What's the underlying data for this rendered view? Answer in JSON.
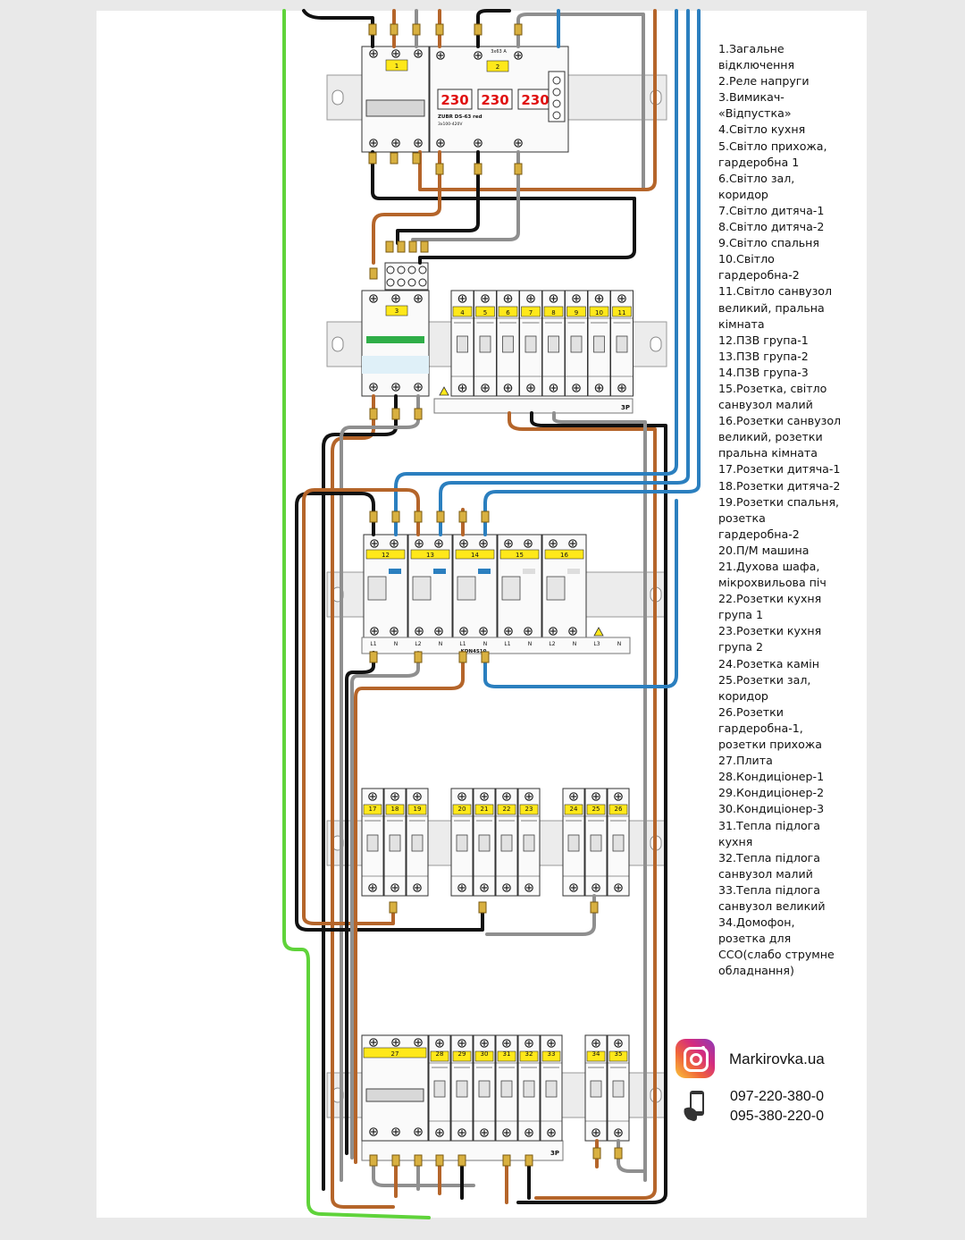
{
  "legend": [
    "1.Загальне",
    "відключення",
    "2.Реле напруги",
    "3.Вимикач-",
    "«Відпустка»",
    "4.Світло кухня",
    "5.Світло прихожа,",
    "гардеробна 1",
    "6.Світло зал,",
    "коридор",
    "7.Світло дитяча-1",
    "8.Світло дитяча-2",
    "9.Світло спальня",
    "10.Світло",
    "гардеробна-2",
    "11.Світло санвузол",
    "великий, пральна",
    "кімната",
    "12.ПЗВ група-1",
    "13.ПЗВ група-2",
    "14.ПЗВ група-3",
    "15.Розетка, світло",
    "санвузол малий",
    "16.Розетки санвузол",
    "великий, розетки",
    "пральна кімната",
    "17.Розетки дитяча-1",
    "18.Розетки дитяча-2",
    "19.Розетки спальня,",
    "розетка",
    "гардеробна-2",
    "20.П/М машина",
    "21.Духова шафа,",
    "мікрохвильова піч",
    "22.Розетки кухня",
    "група 1",
    "23.Розетки кухня",
    "група 2",
    "24.Розетка камін",
    "25.Розетки зал,",
    "коридор",
    "26.Розетки",
    "гардеробна-1,",
    "розетки прихожа",
    "27.Плита",
    "28.Кондиціонер-1",
    "29.Кондиціонер-2",
    "30.Кондиціонер-3",
    "31.Тепла підлога",
    "кухня",
    "32.Тепла підлога",
    "санвузол малий",
    "33.Тепла підлога",
    "санвузол великий",
    "34.Домофон,",
    "розетка для",
    "ССО(слабо струмне",
    "обладнання)"
  ],
  "contacts": {
    "brand": "Markirovka.ua",
    "phone_1": "097-220-380-0",
    "phone_2": "095-380-220-0",
    "brand_icon": "instagram-icon",
    "phone_icon": "phone-icon"
  },
  "relay": {
    "model": "ZUBR DS-63 red",
    "rating": "3x63 A",
    "range": "3x100-420V",
    "readings": [
      "230",
      "230",
      "230"
    ]
  },
  "din_labels": {
    "rail3_right": "3P",
    "rail4_bus": "KDN4S10",
    "rail6_right": "3P"
  },
  "rcbo_terminals": [
    "L1",
    "N",
    "L2",
    "N",
    "L1",
    "N",
    "L1",
    "N",
    "L2",
    "N",
    "L3",
    "N"
  ],
  "rows": [
    {
      "groups": [
        {
          "labels": [
            "1"
          ]
        }
      ]
    },
    {
      "groups": [
        {
          "labels": [
            "3"
          ]
        },
        {
          "labels": [
            "4",
            "5",
            "6",
            "7",
            "8",
            "9",
            "10",
            "11"
          ]
        }
      ]
    },
    {
      "groups": [
        {
          "labels": [
            "12",
            "13",
            "14",
            "15",
            "16"
          ]
        }
      ]
    },
    {
      "groups": [
        {
          "labels": [
            "17",
            "18",
            "19"
          ]
        },
        {
          "labels": [
            "20",
            "21",
            "22",
            "23"
          ]
        },
        {
          "labels": [
            "24",
            "25",
            "26"
          ]
        }
      ]
    },
    {
      "groups": [
        {
          "labels": [
            "27",
            "28",
            "29",
            "30",
            "31",
            "32",
            "33"
          ]
        },
        {
          "labels": [
            "34",
            "35"
          ]
        }
      ]
    }
  ],
  "relay_label": "2",
  "colors": {
    "brown": "#b5652a",
    "black": "#111111",
    "grey": "#8f8f8f",
    "blue": "#2b7fbf",
    "green": "#5fd33a",
    "label_yellow": "#ffe81a",
    "led_red": "#e01010",
    "terminal": "#d8b040"
  }
}
